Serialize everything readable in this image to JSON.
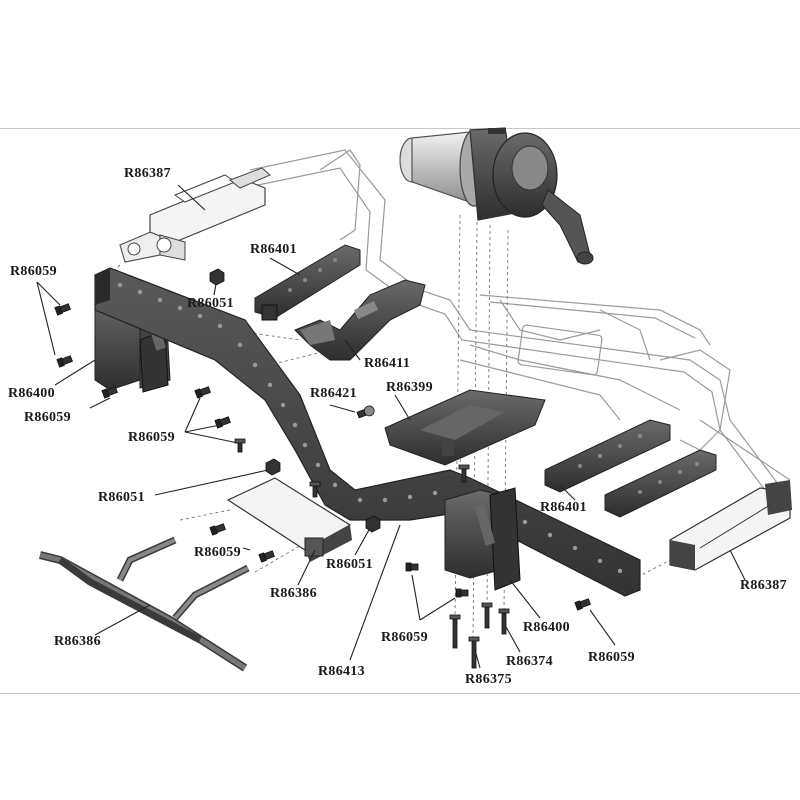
{
  "diagram": {
    "labels": {
      "l1": "R86387",
      "l2": "R86059",
      "l3": "R86401",
      "l4": "R86051",
      "l5": "R86411",
      "l6": "R86400",
      "l7": "R86059",
      "l8": "R86421",
      "l9": "R86399",
      "l10": "R86059",
      "l11": "R86051",
      "l12": "R86401",
      "l13": "R86059",
      "l14": "R86051",
      "l15": "R86386",
      "l16": "R86387",
      "l17": "R86386",
      "l18": "R86059",
      "l19": "R86400",
      "l20": "R86374",
      "l21": "R86059",
      "l22": "R86413",
      "l23": "R86375"
    },
    "colors": {
      "part_dark": "#3a3a3a",
      "part_mid": "#555555",
      "part_light": "#7a7a7a",
      "outline_gray": "#8a8a8a",
      "motor_silver": "#c9c9c9",
      "frame_border": "#c8c8c8"
    }
  }
}
